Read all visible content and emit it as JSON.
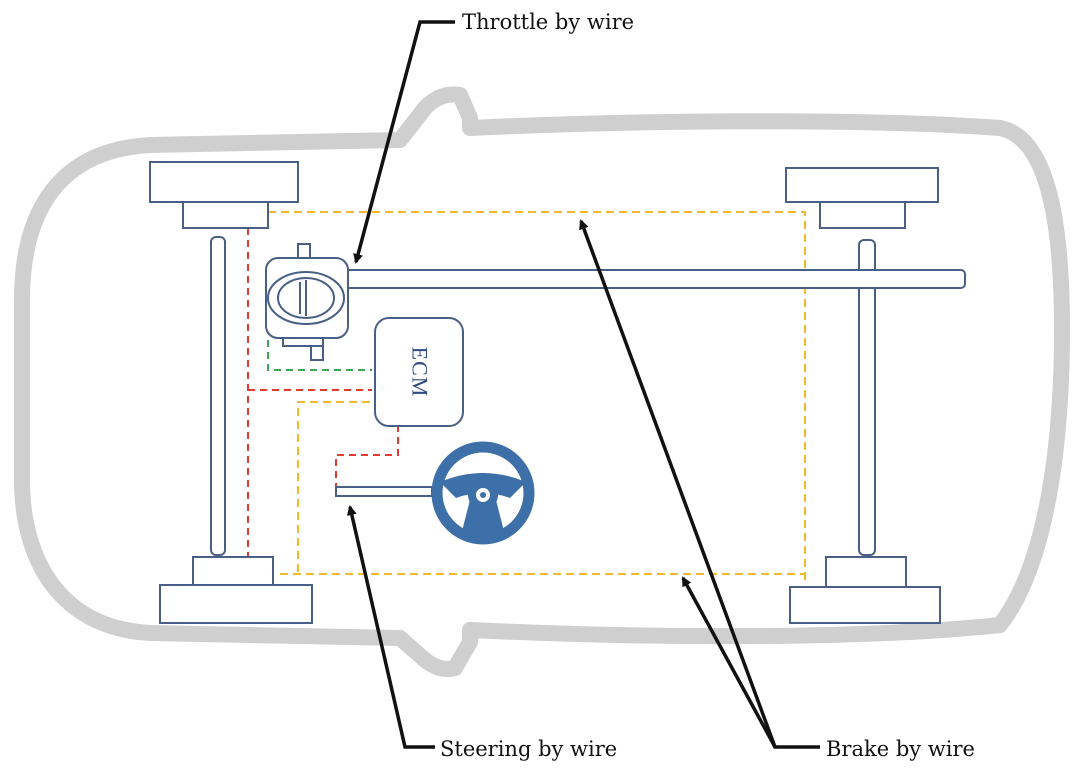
{
  "labels": {
    "throttle": "Throttle by wire",
    "steering": "Steering by wire",
    "brake": "Brake by wire",
    "ecm": "ECM"
  },
  "colors": {
    "car_outline": "#cfcfcf",
    "component_fill": "#ffffff",
    "component_stroke": "#4a5f86",
    "steering_wheel": "#3d6fa8",
    "brake_line": "#f2b92f",
    "throttle_line": "#e03b2e",
    "ecm_line": "#3aa655",
    "arrow": "#111111"
  }
}
